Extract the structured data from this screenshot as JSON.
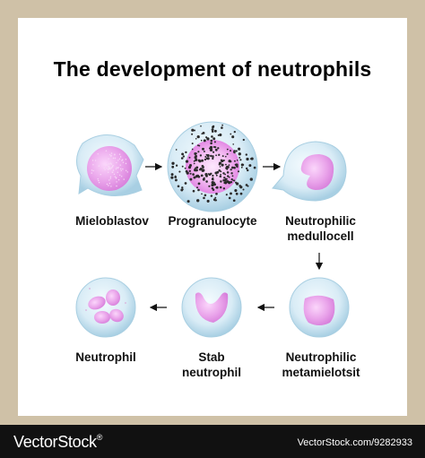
{
  "title": "The development of neutrophils",
  "stages": [
    {
      "id": "mieloblastov",
      "label": "Mieloblastov"
    },
    {
      "id": "progranulocyte",
      "label": "Progranulocyte"
    },
    {
      "id": "neutrophilic-medullocell",
      "label": "Neutrophilic\nmedullocell"
    },
    {
      "id": "neutrophilic-metamielotsit",
      "label": "Neutrophilic\nmetamielotsit"
    },
    {
      "id": "stab-neutrophil",
      "label": "Stab\nneutrophil"
    },
    {
      "id": "neutrophil",
      "label": "Neutrophil"
    }
  ],
  "footer": {
    "brand": "VectorStock",
    "registered": "®",
    "stock_url": "VectorStock.com/9282933"
  },
  "colors": {
    "cell_fill": "#dfeff7",
    "cell_edge": "#a9cfe2",
    "nucleus": "#e79ae8",
    "granule": "#2a2a2a",
    "frame_border": "#cfc1a7",
    "footer_bg": "#111111"
  }
}
